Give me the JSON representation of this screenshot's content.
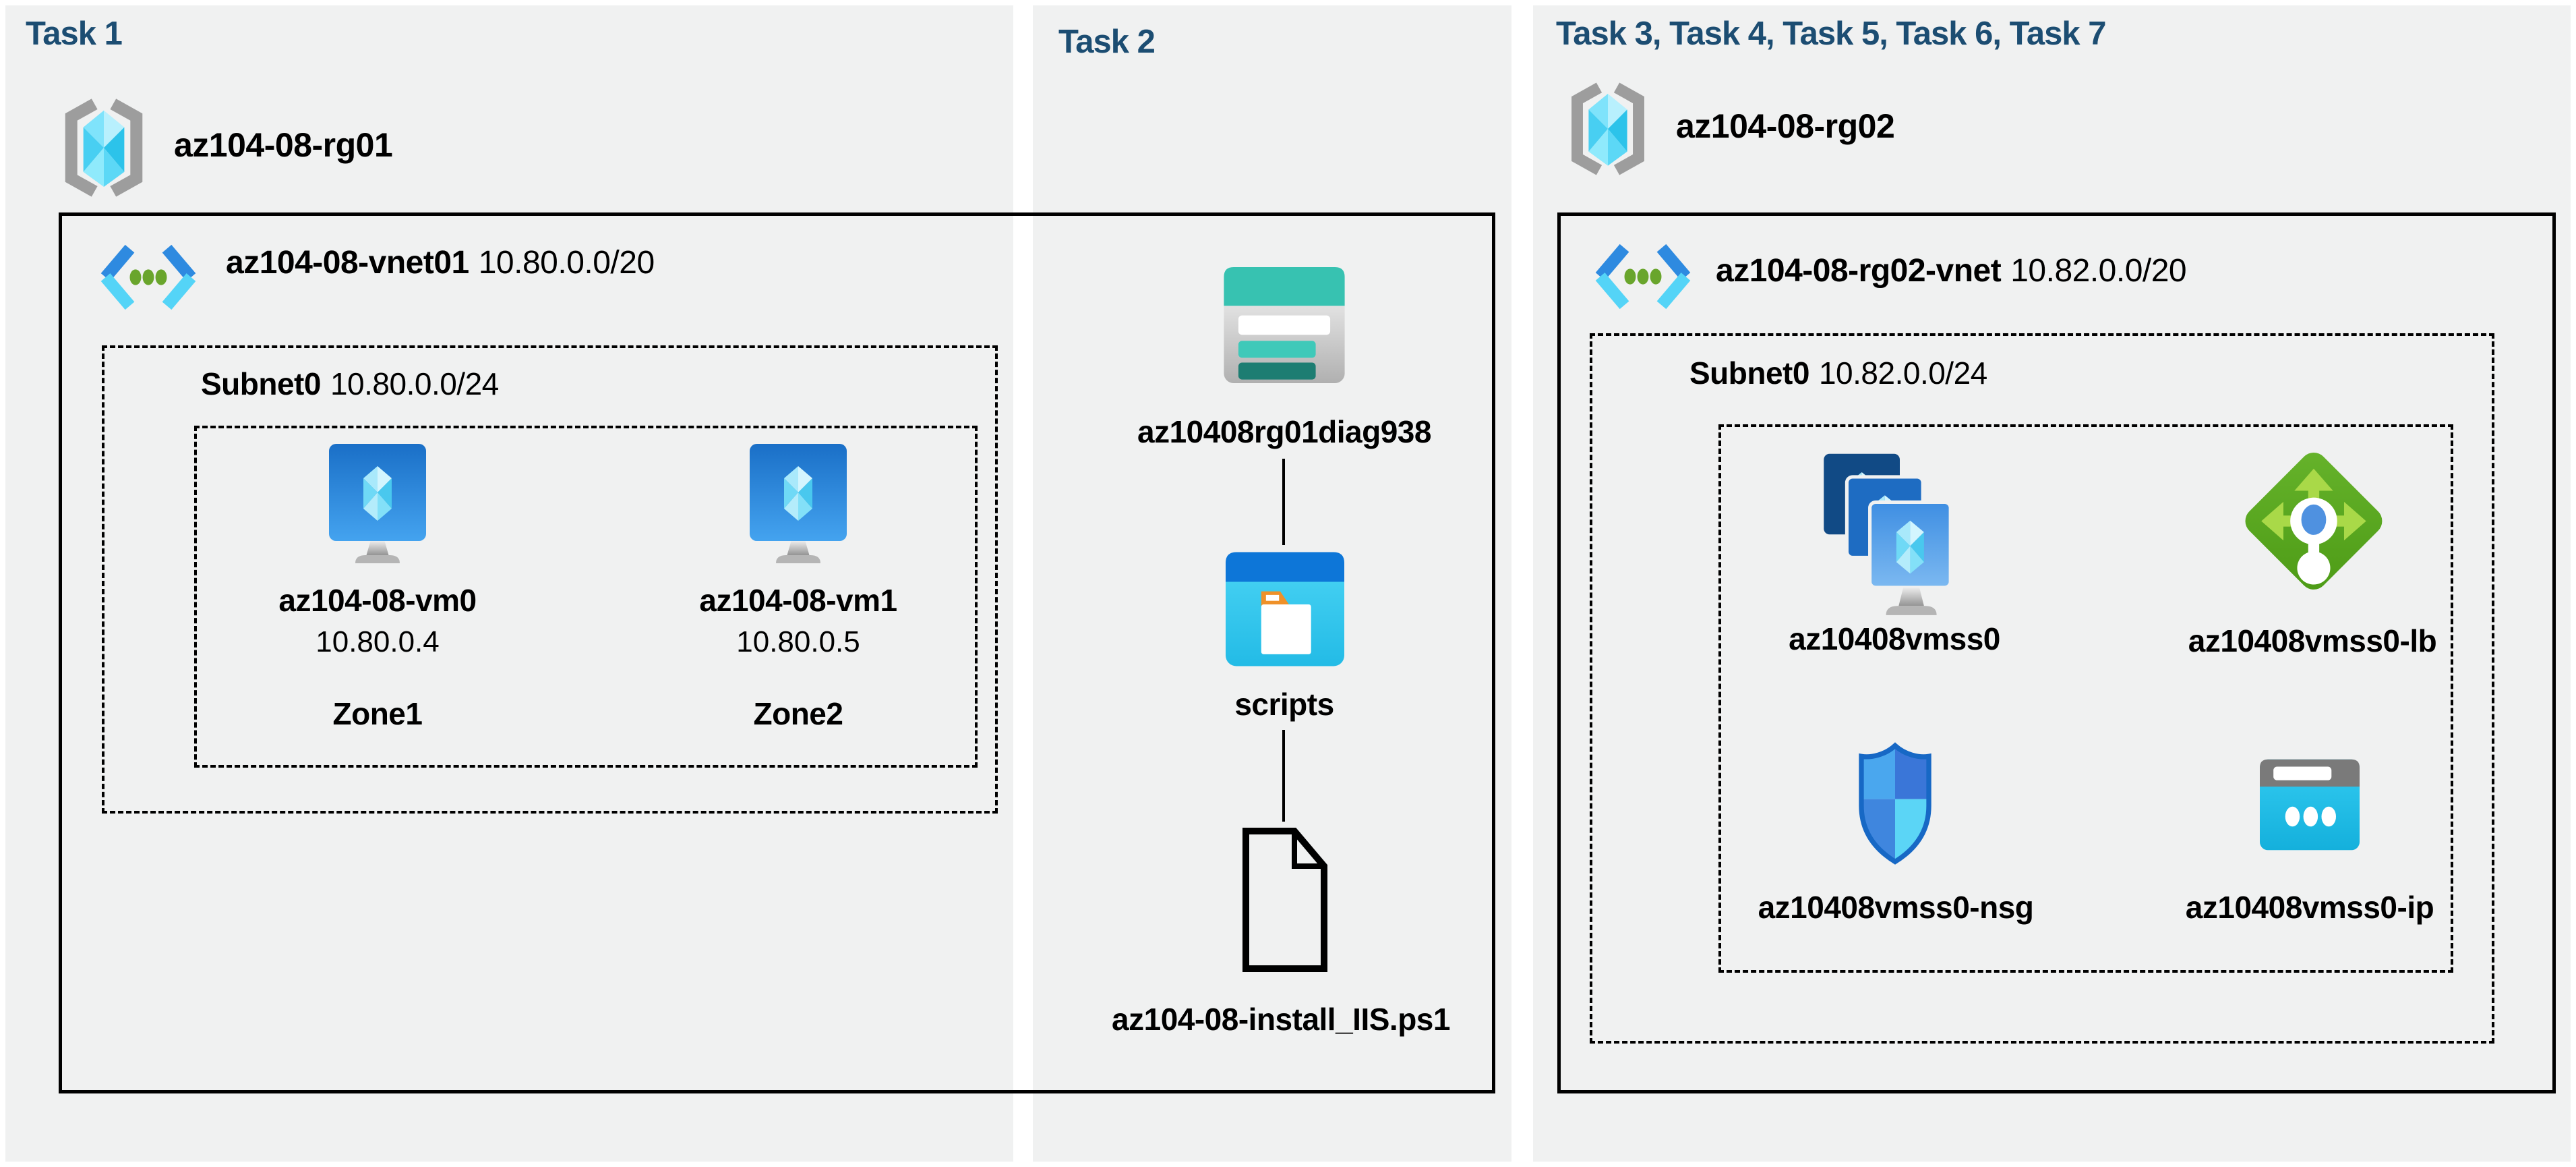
{
  "task1": {
    "title": "Task 1",
    "resource_group": "az104-08-rg01",
    "vnet": {
      "name": "az104-08-vnet01",
      "cidr": "10.80.0.0/20"
    },
    "subnet": {
      "name": "Subnet0",
      "cidr": "10.80.0.0/24"
    },
    "vms": [
      {
        "name": "az104-08-vm0",
        "ip": "10.80.0.4",
        "zone": "Zone1"
      },
      {
        "name": "az104-08-vm1",
        "ip": "10.80.0.5",
        "zone": "Zone2"
      }
    ]
  },
  "task2": {
    "title": "Task 2",
    "storage_account": "az10408rg01diag938",
    "container": "scripts",
    "script_file": "az104-08-install_IIS.ps1"
  },
  "task3": {
    "title": "Task 3, Task 4, Task 5, Task 6, Task 7",
    "resource_group": "az104-08-rg02",
    "vnet": {
      "name": "az104-08-rg02-vnet",
      "cidr": "10.82.0.0/20"
    },
    "subnet": {
      "name": "Subnet0",
      "cidr": "10.82.0.0/24"
    },
    "vmss": "az10408vmss0",
    "load_balancer": "az10408vmss0-lb",
    "nsg": "az10408vmss0-nsg",
    "public_ip": "az10408vmss0-ip"
  },
  "colors": {
    "title_navy": "#1c4d72",
    "panel_gray": "#f0f1f1",
    "vnet_blue": "#2e8ae0",
    "vnet_cyan": "#54d4f7",
    "dot_green": "#69a52c",
    "storage_teal": "#37c2b1",
    "lb_green": "#55a41f",
    "ip_cyan": "#2ec7ef"
  }
}
